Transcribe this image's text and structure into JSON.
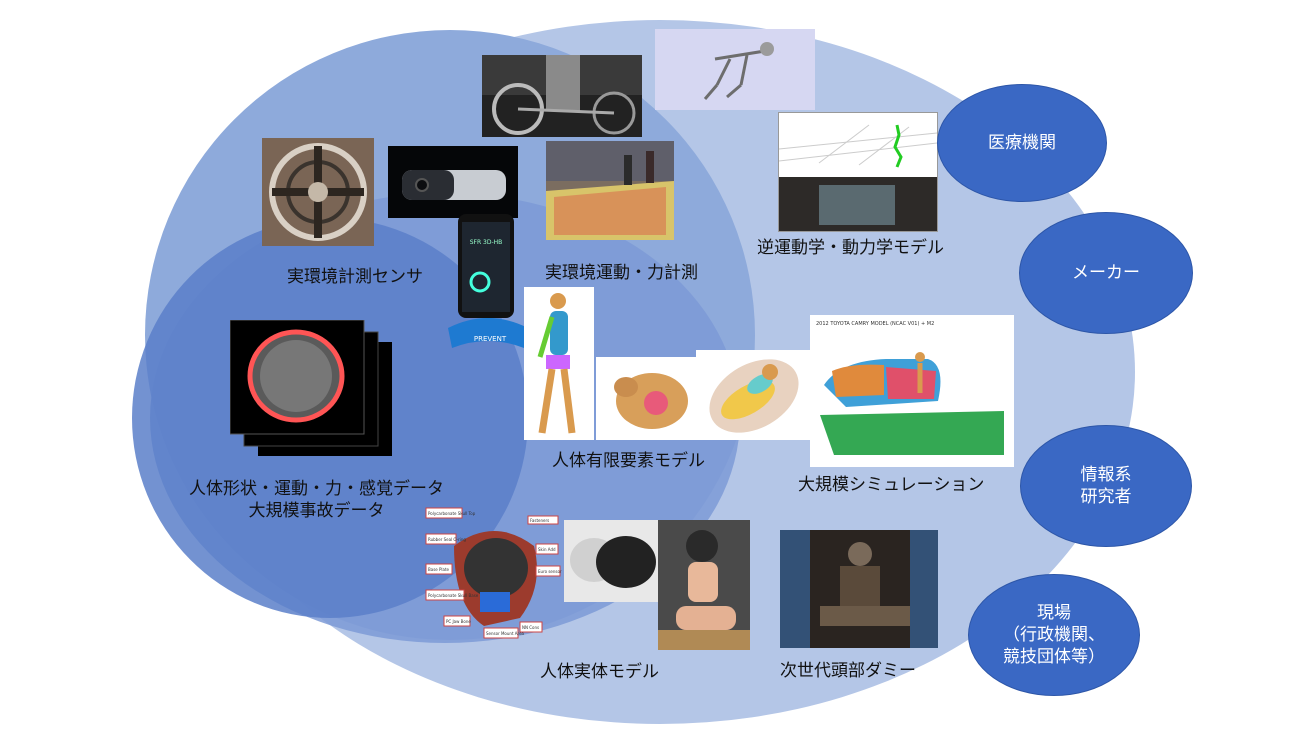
{
  "labels": {
    "field_sensor": "実環境計測センサ",
    "field_motion": "実環境運動・力計測",
    "inverse_model": "逆運動学・動力学モデル",
    "human_data_1": "人体形状・運動・力・感覚データ",
    "human_data_2": "大規模事故データ",
    "fe_model": "人体有限要素モデル",
    "large_sim": "大規模シミュレーション",
    "physical_model": "人体実体モデル",
    "next_dummy": "次世代頭部ダミー"
  },
  "stakeholders": {
    "medical": "医療機関",
    "maker": "メーカー",
    "info": "情報系\n研究者",
    "field": "現場\n（行政機関、\n競技団体等）"
  },
  "photo_text": {
    "phone_value": "SFR 3D-HB",
    "phone_brand": "PREVENT",
    "car_title": "2012 TOYOTA CAMRY MODEL (NCAC V01) + M2",
    "skull_labels": [
      "Polycarbonate Skull Top",
      "Fasteners",
      "Rubber Seal O-ring",
      "Skin Add",
      "Base Plate",
      "Euro sensor",
      "Polycarbonate Skull Base",
      "PC Jaw Bone",
      "Sensor Mount Area",
      "NN Cons"
    ]
  },
  "colors": {
    "outer_ellipse": "#b4c6e7",
    "mid_ellipse": "#8eaadb",
    "inner_ellipse": "#6f92d2",
    "core_ellipse": "#5a7fc9",
    "stakeholder": "#3a68c4"
  }
}
